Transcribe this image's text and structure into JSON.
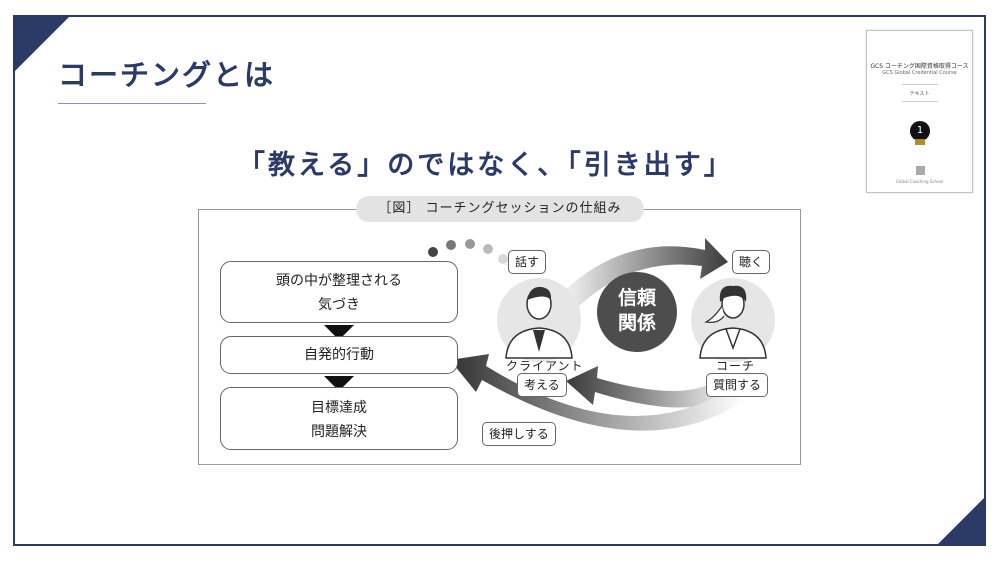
{
  "page": {
    "title": "コーチングとは",
    "headline": "「教える」のではなく、「引き出す」"
  },
  "thumbnail": {
    "title": "GCS コーチング国際資格取得コース",
    "subtitle": "GCS Global Credential Course",
    "label": "テキスト",
    "badge": "1",
    "footer": "Global Coaching School"
  },
  "diagram": {
    "caption": "［図］ コーチングセッションの仕組み",
    "steps": [
      {
        "lines": [
          "頭の中が整理される",
          "気づき"
        ]
      },
      {
        "lines": [
          "自発的行動"
        ]
      },
      {
        "lines": [
          "目標達成",
          "問題解決"
        ]
      }
    ],
    "client_label": "クライアント",
    "coach_label": "コーチ",
    "talk_tag": "話す",
    "listen_tag": "聴く",
    "think_tag": "考える",
    "question_tag": "質問する",
    "push_tag": "後押しする",
    "trust": [
      "信頼",
      "関係"
    ]
  },
  "colors": {
    "brand": "#2b3a67",
    "trust_circle": "#4d4d4d",
    "arrow_dark": "#333333"
  }
}
